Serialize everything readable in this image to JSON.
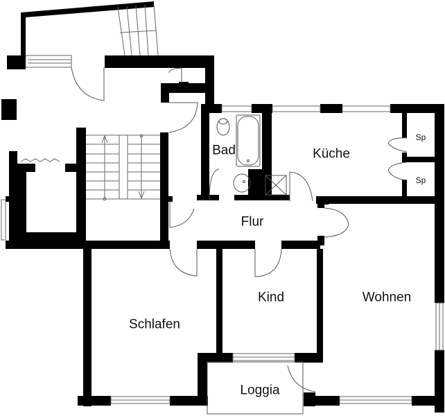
{
  "plan": {
    "background": "#ffffff",
    "wall_color": "#000000",
    "line_color": "#555555"
  },
  "rooms": {
    "bad": {
      "label": "Bad"
    },
    "kueche": {
      "label": "Küche"
    },
    "speisekammer_1": {
      "label": "Sp"
    },
    "speisekammer_2": {
      "label": "Sp"
    },
    "flur": {
      "label": "Flur"
    },
    "kind": {
      "label": "Kind"
    },
    "wohnen": {
      "label": "Wohnen"
    },
    "schlafen": {
      "label": "Schlafen"
    },
    "loggia": {
      "label": "Loggia"
    }
  }
}
